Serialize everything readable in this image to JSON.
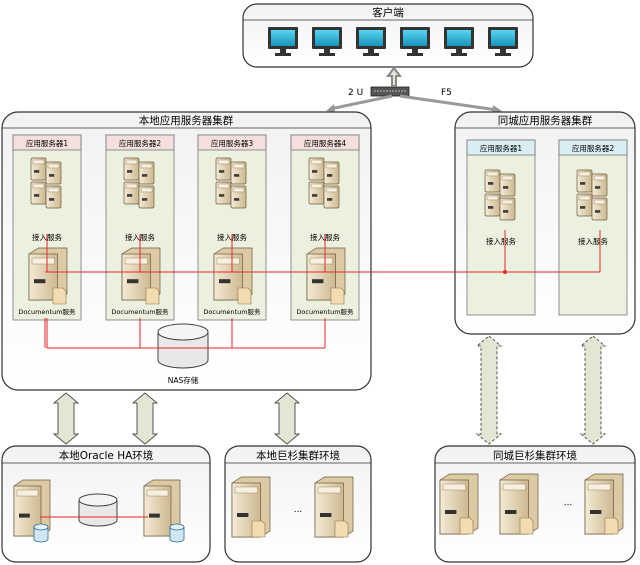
{
  "client": {
    "title": "客户端",
    "monitor_count": 6
  },
  "lb": {
    "left_label": "2 U",
    "right_label": "F5"
  },
  "local_cluster": {
    "title": "本地应用服务器集群",
    "servers": [
      {
        "label": "应用服务器1",
        "access_label": "接入服务",
        "doc_label": "Documentum服务"
      },
      {
        "label": "应用服务器2",
        "access_label": "接入服务",
        "doc_label": "Documentum服务"
      },
      {
        "label": "应用服务器3",
        "access_label": "接入服务",
        "doc_label": "Documentum服务"
      },
      {
        "label": "应用服务器4",
        "access_label": "接入服务",
        "doc_label": "Documentum服务"
      }
    ],
    "nas_label": "NAS存储"
  },
  "remote_cluster": {
    "title": "同城应用服务器集群",
    "servers": [
      {
        "label": "应用服务器1",
        "access_label": "接入服务"
      },
      {
        "label": "应用服务器2",
        "access_label": "接入服务"
      }
    ]
  },
  "oracle_env": {
    "title": "本地Oracle HA环境"
  },
  "local_jushan": {
    "title": "本地巨杉集群环境",
    "ellipsis": "..."
  },
  "remote_jushan": {
    "title": "同城巨杉集群环境",
    "ellipsis": "..."
  },
  "colors": {
    "link": "#e8262b",
    "panel_pink": "#f5dede",
    "panel_blue": "#d9eef2",
    "panel_green": "#ecf1df",
    "arrow_fill": "#e4e6d4",
    "server": "#e9dcc3",
    "monitor": "#2bb6d8"
  }
}
